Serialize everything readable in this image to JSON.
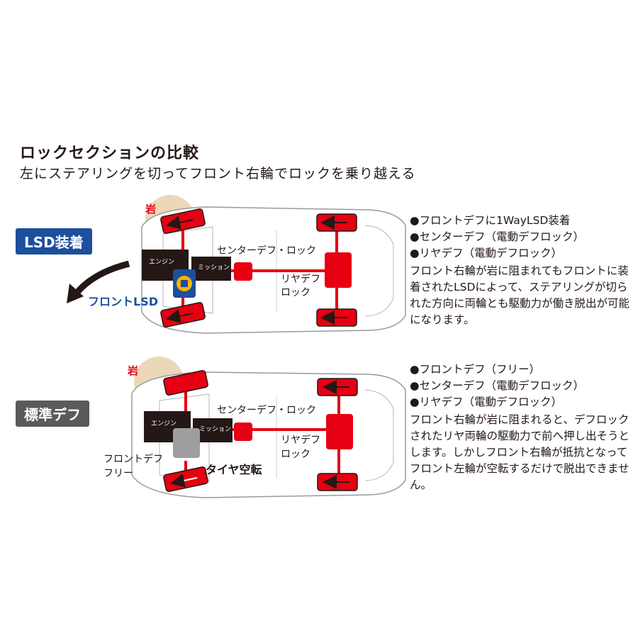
{
  "title": "ロックセクションの比較",
  "subtitle": "左にステアリングを切ってフロント右輪でロックを乗り越える",
  "lsd": {
    "badge": "LSD装着",
    "rock_label": "岩",
    "engine": "エンジン",
    "mission": "ミッション",
    "center_diff": "センターデフ・ロック",
    "rear_diff_line1": "リヤデフ",
    "rear_diff_line2": "ロック",
    "front_lsd": "フロントLSD",
    "bullets": [
      "●フロントデフに1WayLSD装着",
      "●センターデフ（電動デフロック）",
      "●リヤデフ（電動デフロック）"
    ],
    "paragraph": "フロント右輪が岩に阻まれてもフロントに装着されたLSDによって、ステアリングが切られた方向に両輪とも駆動力が働き脱出が可能になります。"
  },
  "standard": {
    "badge": "標準デフ",
    "rock_label": "岩",
    "engine": "エンジン",
    "mission": "ミッション",
    "center_diff": "センターデフ・ロック",
    "rear_diff_line1": "リヤデフ",
    "rear_diff_line2": "ロック",
    "front_free_line1": "フロントデフ",
    "front_free_line2": "フリー",
    "tire_spin": "タイヤ空転",
    "bullets": [
      "●フロントデフ（フリー）",
      "●センターデフ（電動デフロック）",
      "●リヤデフ（電動デフロック）"
    ],
    "paragraph": "フロント右輪が岩に阻まれると、デフロックされたリヤ両輪の駆動力で前へ押し出そうとします。しかしフロント右輪が抵抗となってフロント左輪が空転するだけで脱出できません。"
  },
  "colors": {
    "drive_red": "#e60012",
    "lsd_blue": "#1d4f9c",
    "lsd_yellow": "#f6b400",
    "rock_beige": "#ecd8b8",
    "free_gray": "#9e9e9e",
    "box_dark": "#231815"
  }
}
